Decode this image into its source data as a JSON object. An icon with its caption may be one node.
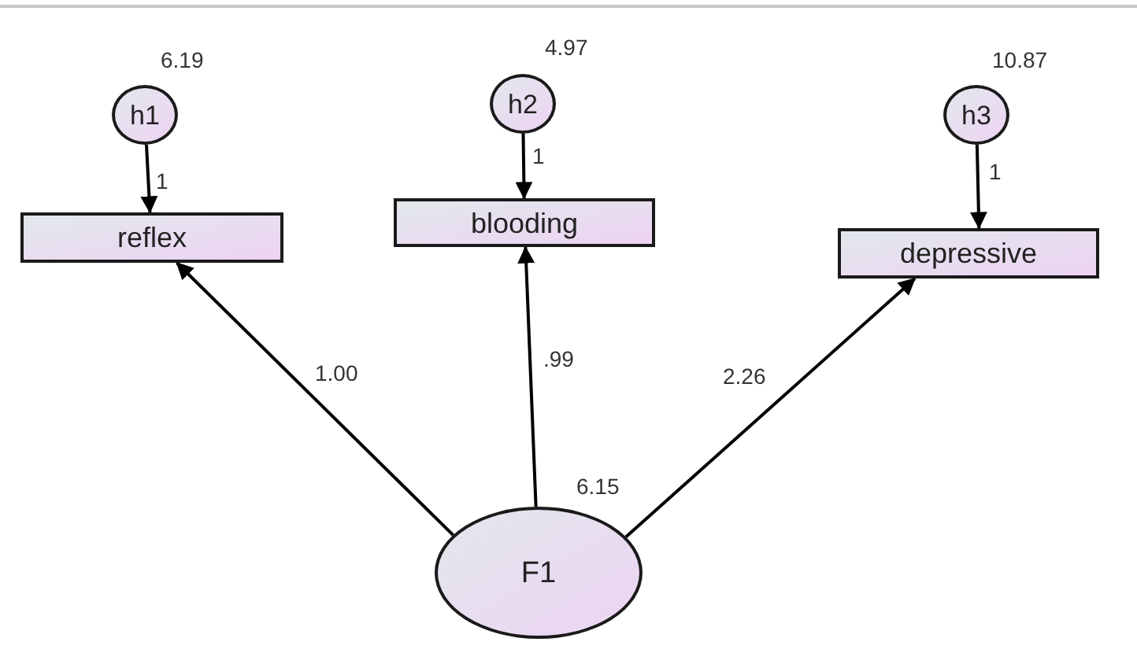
{
  "diagram": {
    "nodes": [
      {
        "text": [
          "h1"
        ],
        "beside": [
          "6.19"
        ]
      },
      {
        "text": [
          "h2"
        ],
        "beside": [
          "4.97"
        ]
      },
      {
        "text": [
          "h3"
        ],
        "beside": [
          "10.87"
        ]
      },
      {
        "text": [
          "reflex"
        ]
      },
      {
        "text": [
          "blooding"
        ]
      },
      {
        "text": [
          "depressive"
        ]
      },
      {
        "text": [
          "F1"
        ],
        "beside": [
          "6.15"
        ]
      }
    ],
    "edges": [
      {
        "from": 0,
        "to": 3,
        "arrow": "to",
        "label": "1"
      },
      {
        "from": 1,
        "to": 4,
        "arrow": "to",
        "label": "1"
      },
      {
        "from": 2,
        "to": 5,
        "arrow": "to",
        "label": "1"
      },
      {
        "from": 6,
        "to": 3,
        "arrow": "to",
        "label": "1.00"
      },
      {
        "from": 6,
        "to": 4,
        "arrow": "to",
        "label": ".99"
      },
      {
        "from": 6,
        "to": 5,
        "arrow": "to",
        "label": "2.26"
      }
    ]
  }
}
